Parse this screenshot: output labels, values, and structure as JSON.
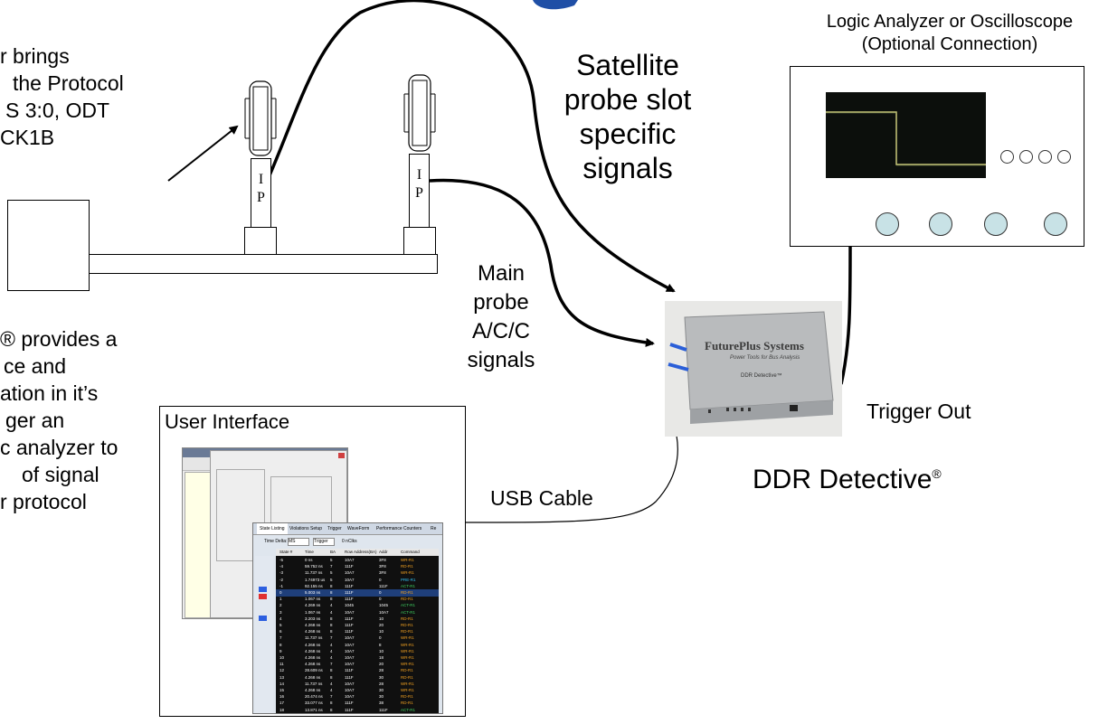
{
  "left_text": {
    "top_lines": [
      "r brings",
      "the Protocol",
      "S 3:0, ODT",
      "CK1B"
    ],
    "bottom_lines": [
      "® provides a",
      "ce and",
      "ation in it’s",
      "ger an",
      "c analyzer to",
      "of signal",
      "r protocol"
    ]
  },
  "labels": {
    "satellite": [
      "Satellite",
      "probe slot",
      "specific",
      "signals"
    ],
    "main_probe": [
      "Main",
      "probe",
      "A/C/C",
      "signals"
    ],
    "usb_cable": "USB Cable",
    "trigger_out": "Trigger Out",
    "ddr_detective": "DDR Detective",
    "ddr_reg": "®",
    "analyzer_title": "Logic Analyzer or Oscilloscope",
    "analyzer_subtitle": "(Optional Connection)",
    "user_interface": "User Interface",
    "interposer_letter_top": "I",
    "interposer_letter_bottom": "P"
  },
  "device": {
    "brand": "FuturePlus Systems",
    "tagline": "Power Tools for Bus Analysis",
    "model": "DDR Detective™"
  },
  "software": {
    "tabs": [
      "State Listing",
      "Violations Setup",
      "Trigger",
      "WaveForm",
      "Performance Counters",
      "Re"
    ],
    "toolbar_label": "Time Delta:",
    "toolbar_value": "MS",
    "trigger_select": "Trigger",
    "clks": "0 nClks",
    "columns": [
      "State #",
      "Time",
      "BA",
      "Row Address(BA)",
      "Addr",
      "Command"
    ],
    "rows": [
      [
        "-5",
        "0 ns",
        "5",
        "10A7",
        "3F8",
        "WR-R1"
      ],
      [
        "-4",
        "59.752 ns",
        "7",
        "111F",
        "3F8",
        "RD-R1"
      ],
      [
        "-3",
        "11.737 ns",
        "5",
        "10A7",
        "3F8",
        "WR-R1"
      ],
      [
        "-2",
        "1.74973 us",
        "5",
        "10A7",
        "0",
        "PRE-R1"
      ],
      [
        "-1",
        "92.155 ns",
        "8",
        "111F",
        "111F",
        "ACT-R1"
      ],
      [
        "0",
        "5.003 ns",
        "8",
        "111F",
        "0",
        "RD-R1"
      ],
      [
        "1",
        "1.067 ns",
        "8",
        "111F",
        "0",
        "RD-R1"
      ],
      [
        "2",
        "4.269 ns",
        "4",
        "1045",
        "1045",
        "ACT-R1"
      ],
      [
        "3",
        "1.067 ns",
        "4",
        "10A7",
        "10A7",
        "ACT-R1"
      ],
      [
        "4",
        "3.203 ns",
        "8",
        "111F",
        "10",
        "RD-R1"
      ],
      [
        "5",
        "4.268 ns",
        "8",
        "111F",
        "20",
        "RD-R1"
      ],
      [
        "6",
        "4.268 ns",
        "8",
        "111F",
        "10",
        "RD-R1"
      ],
      [
        "7",
        "11.737 ns",
        "7",
        "10A7",
        "0",
        "WR-R1"
      ],
      [
        "8",
        "4.268 ns",
        "4",
        "10A7",
        "8",
        "WR-R1"
      ],
      [
        "9",
        "4.268 ns",
        "4",
        "10A7",
        "10",
        "WR-R1"
      ],
      [
        "10",
        "4.268 ns",
        "4",
        "10A7",
        "18",
        "WR-R1"
      ],
      [
        "11",
        "4.268 ns",
        "7",
        "10A7",
        "20",
        "WR-R1"
      ],
      [
        "12",
        "28.609 ns",
        "8",
        "111F",
        "28",
        "RD-R1"
      ],
      [
        "13",
        "4.268 ns",
        "8",
        "111F",
        "30",
        "RD-R1"
      ],
      [
        "14",
        "11.737 ns",
        "4",
        "10A7",
        "28",
        "WR-R1"
      ],
      [
        "15",
        "4.268 ns",
        "4",
        "10A7",
        "30",
        "WR-R1"
      ],
      [
        "16",
        "20.474 ns",
        "7",
        "10A7",
        "30",
        "RD-R1"
      ],
      [
        "17",
        "33.077 ns",
        "8",
        "111F",
        "38",
        "RD-R1"
      ],
      [
        "18",
        "13.871 ns",
        "8",
        "111F",
        "111F",
        "ACT-R1"
      ]
    ]
  }
}
